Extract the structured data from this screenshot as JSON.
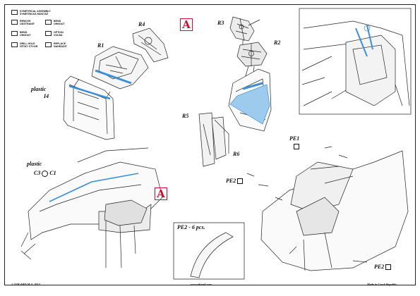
{
  "legend": {
    "symmetrical": "SYMETRICAL ASSEMBLY\nSYMETRICKÁ MONTÁŽ",
    "remove": "REMOVE\nODSTRANIT",
    "bend": "BEND\nOHNOUT",
    "bend2": "BEND\nOHNOUT",
    "option": "OPTION\nVOLBA",
    "drill": "DRILL HOLE\nVRTAT OTVOR",
    "replace": "REPLACE\nNAHRADIT"
  },
  "step": {
    "marker_top": "A",
    "marker_bottom": "A"
  },
  "labels": {
    "r4": "R4",
    "r1": "R1",
    "plastic_top": "plastic",
    "i4": "I4",
    "r3": "R3",
    "r2": "R2",
    "r5": "R5",
    "r6": "R6",
    "plastic_bottom": "plastic",
    "c3": "C3",
    "c1": "C1",
    "pe1": "PE1",
    "pe2": "PE2",
    "pe2_pcs": "PE2 - 6 pcs."
  },
  "footer": {
    "copyright": "© EDUARD M.A. 2012",
    "website": "www.eduard.com",
    "made_in": "Made in Czech Republic"
  },
  "colors": {
    "accent_blue": "#3c8fd6",
    "step_red": "#c8102e"
  }
}
